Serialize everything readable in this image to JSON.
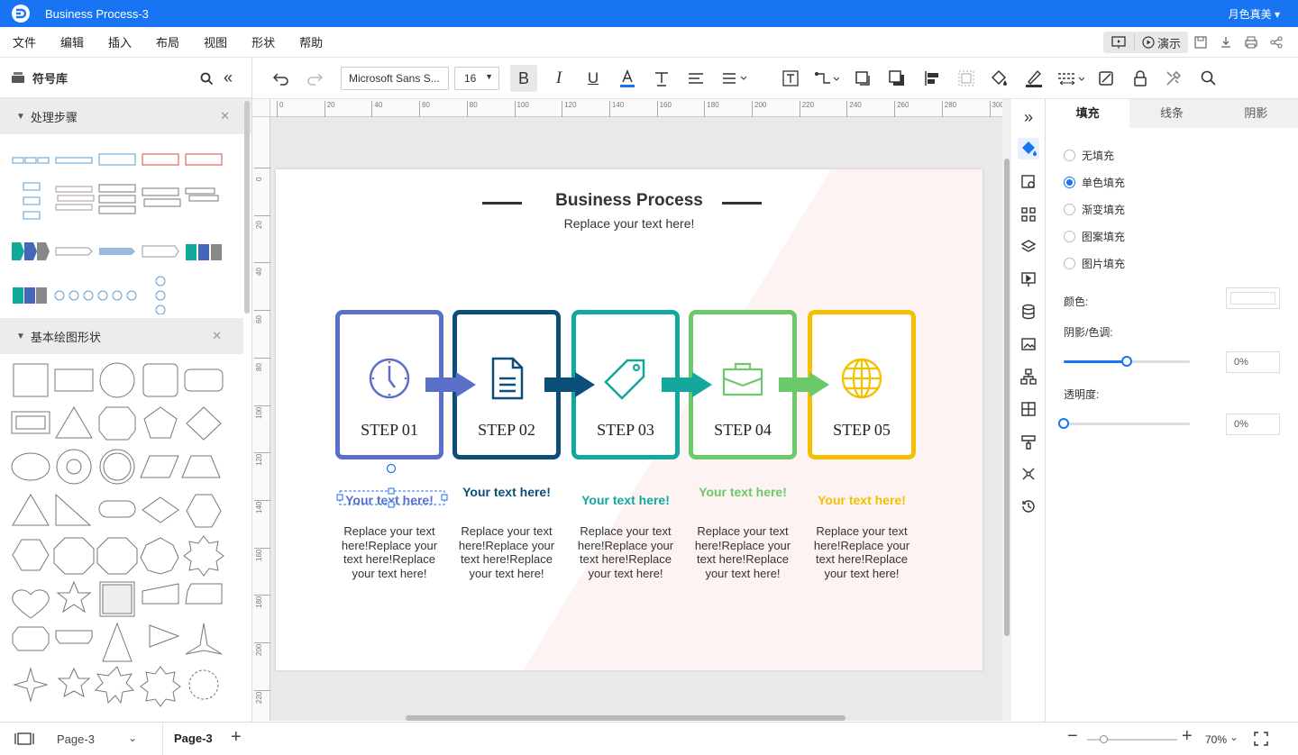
{
  "app": {
    "title": "Business Process-3",
    "user": "月色真美"
  },
  "menu": [
    "文件",
    "编辑",
    "插入",
    "布局",
    "视图",
    "形状",
    "帮助"
  ],
  "present_label": "演示",
  "left_panel": {
    "title": "符号库",
    "sections": [
      {
        "label": "处理步骤"
      },
      {
        "label": "基本绘图形状"
      }
    ]
  },
  "toolbar": {
    "font": "Microsoft Sans S...",
    "size": "16"
  },
  "ruler": {
    "top": [
      "0",
      "20",
      "40",
      "60",
      "80",
      "100",
      "120",
      "140",
      "160",
      "180",
      "200",
      "220",
      "240",
      "260",
      "280",
      "300"
    ],
    "left": [
      "0",
      "20",
      "40",
      "60",
      "80",
      "100",
      "120",
      "140",
      "160",
      "180",
      "200",
      "220"
    ]
  },
  "diagram": {
    "title": "Business Process",
    "subtitle": "Replace your text here!",
    "steps": [
      {
        "label": "STEP 01",
        "color": "#5a6fc9",
        "icon": "clock-icon",
        "heading": "Your text here!",
        "body": "Replace your text here!Replace your text here!Replace your text here!"
      },
      {
        "label": "STEP 02",
        "color": "#0c4e7a",
        "icon": "document-icon",
        "heading": "Your text here!",
        "body": "Replace your text here!Replace your text here!Replace your text here!"
      },
      {
        "label": "STEP 03",
        "color": "#12a89d",
        "icon": "tag-icon",
        "heading": "Your text here!",
        "body": "Replace your text here!Replace your text here!Replace your text here!"
      },
      {
        "label": "STEP 04",
        "color": "#6cc96a",
        "icon": "briefcase-icon",
        "heading": "Your text here!",
        "body": "Replace your text here!Replace your text here!Replace your text here!"
      },
      {
        "label": "STEP 05",
        "color": "#f5c000",
        "icon": "globe-icon",
        "heading": "Your text here!",
        "body": "Replace your text here!Replace your text here!Replace your text here!"
      }
    ]
  },
  "right_panel": {
    "tabs": [
      "填充",
      "线条",
      "阴影"
    ],
    "fill_options": [
      "无填充",
      "单色填充",
      "渐变填充",
      "图案填充",
      "图片填充"
    ],
    "color_label": "颜色:",
    "shade_label": "阴影/色调:",
    "shade_value": "0%",
    "transparency_label": "透明度:",
    "transparency_value": "0%"
  },
  "status": {
    "page_select": "Page-3",
    "page_tab": "Page-3",
    "zoom": "70%"
  }
}
